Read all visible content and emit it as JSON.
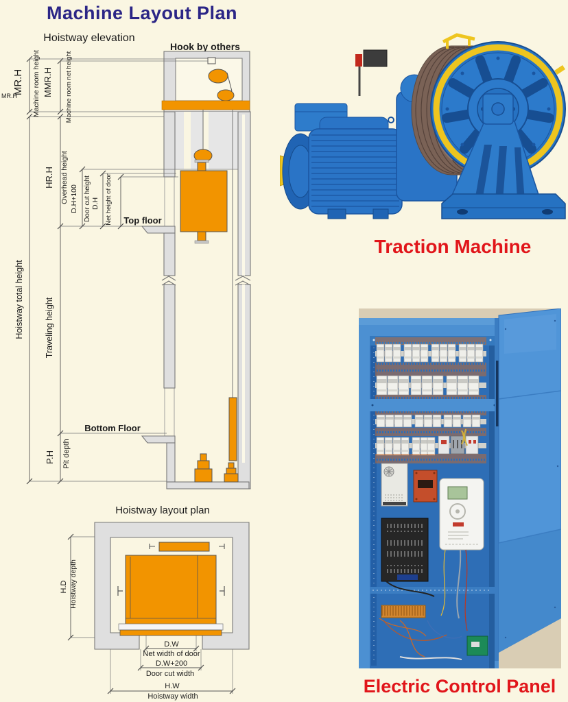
{
  "page": {
    "title": "Machine Layout Plan"
  },
  "colors": {
    "background": "#FAF6E2",
    "title": "#2B2586",
    "caption_red": "#E1151A",
    "diagram_orange": "#F29400",
    "wall_gray": "#DFDFDF",
    "machine_blue": "#2A74C6",
    "sheave_yellow": "#EEC51F",
    "panel_blue": "#4C90D2"
  },
  "elevation": {
    "subtitle": "Hoistway elevation",
    "hook_label": "Hook by others",
    "dims": {
      "mr_h_small": "MR.H",
      "mr_h": "MR.H",
      "machine_room_height": "Machine room height",
      "mmr_h": "MMR.H",
      "machine_room_net_height": "Machine room net height",
      "hoistway_total_height": "Hoistway total height",
      "hr_h": "HR.H",
      "overhead_height": "Overhead height",
      "d_h_100": "D.H+100",
      "door_cut_height": "Door cut height",
      "d_h": "D.H",
      "net_height_of_door": "Net height of door",
      "traveling_height": "Traveling height",
      "p_h": "P.H",
      "pit_depth": "Pit depth"
    },
    "floors": {
      "top": "Top floor",
      "bottom": "Bottom Floor"
    }
  },
  "plan": {
    "title": "Hoistway layout plan",
    "dims": {
      "h_d": "H.D",
      "hoistway_depth": "Hoistway depth",
      "d_w": "D.W",
      "net_width_of_door": "Net width of door",
      "d_w_200": "D.W+200",
      "door_cut_width": "Door cut width",
      "h_w": "H.W",
      "hoistway_width": "Hoistway width"
    }
  },
  "photos": {
    "traction_machine": {
      "caption": "Traction Machine"
    },
    "electric_control_panel": {
      "caption": "Electric Control Panel"
    }
  }
}
